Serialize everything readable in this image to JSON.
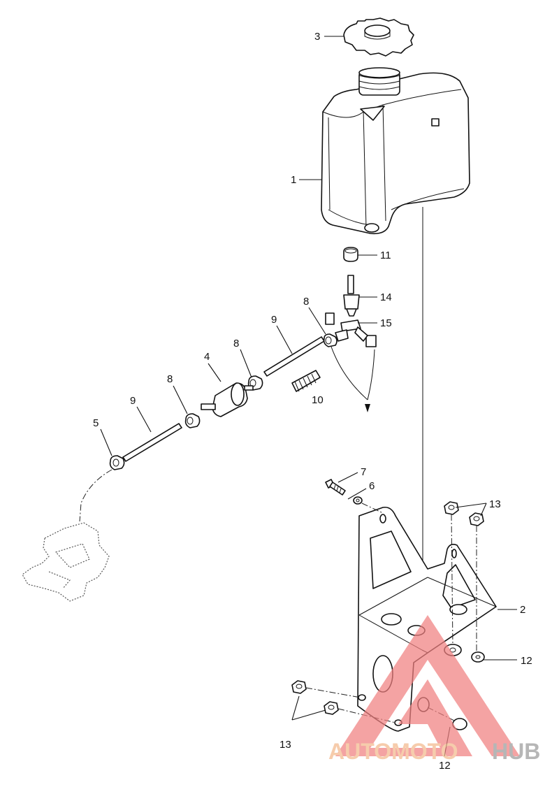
{
  "callouts": [
    {
      "id": "c1",
      "text": "1"
    },
    {
      "id": "c2",
      "text": "2"
    },
    {
      "id": "c3",
      "text": "3"
    },
    {
      "id": "c4",
      "text": "4"
    },
    {
      "id": "c5",
      "text": "5"
    },
    {
      "id": "c6",
      "text": "6"
    },
    {
      "id": "c7",
      "text": "7"
    },
    {
      "id": "c8a",
      "text": "8"
    },
    {
      "id": "c8b",
      "text": "8"
    },
    {
      "id": "c8c",
      "text": "8"
    },
    {
      "id": "c9a",
      "text": "9"
    },
    {
      "id": "c9b",
      "text": "9"
    },
    {
      "id": "c10",
      "text": "10"
    },
    {
      "id": "c11",
      "text": "11"
    },
    {
      "id": "c12a",
      "text": "12"
    },
    {
      "id": "c12b",
      "text": "12"
    },
    {
      "id": "c13a",
      "text": "13"
    },
    {
      "id": "c13b",
      "text": "13"
    },
    {
      "id": "c14",
      "text": "14"
    },
    {
      "id": "c15",
      "text": "15"
    }
  ],
  "watermark": {
    "part1": "AUTOMOTO",
    "part2": "HUB",
    "colors": {
      "triangle": "#f08080",
      "auto": "#f3b98d",
      "hub": "#9a9a9a"
    }
  }
}
